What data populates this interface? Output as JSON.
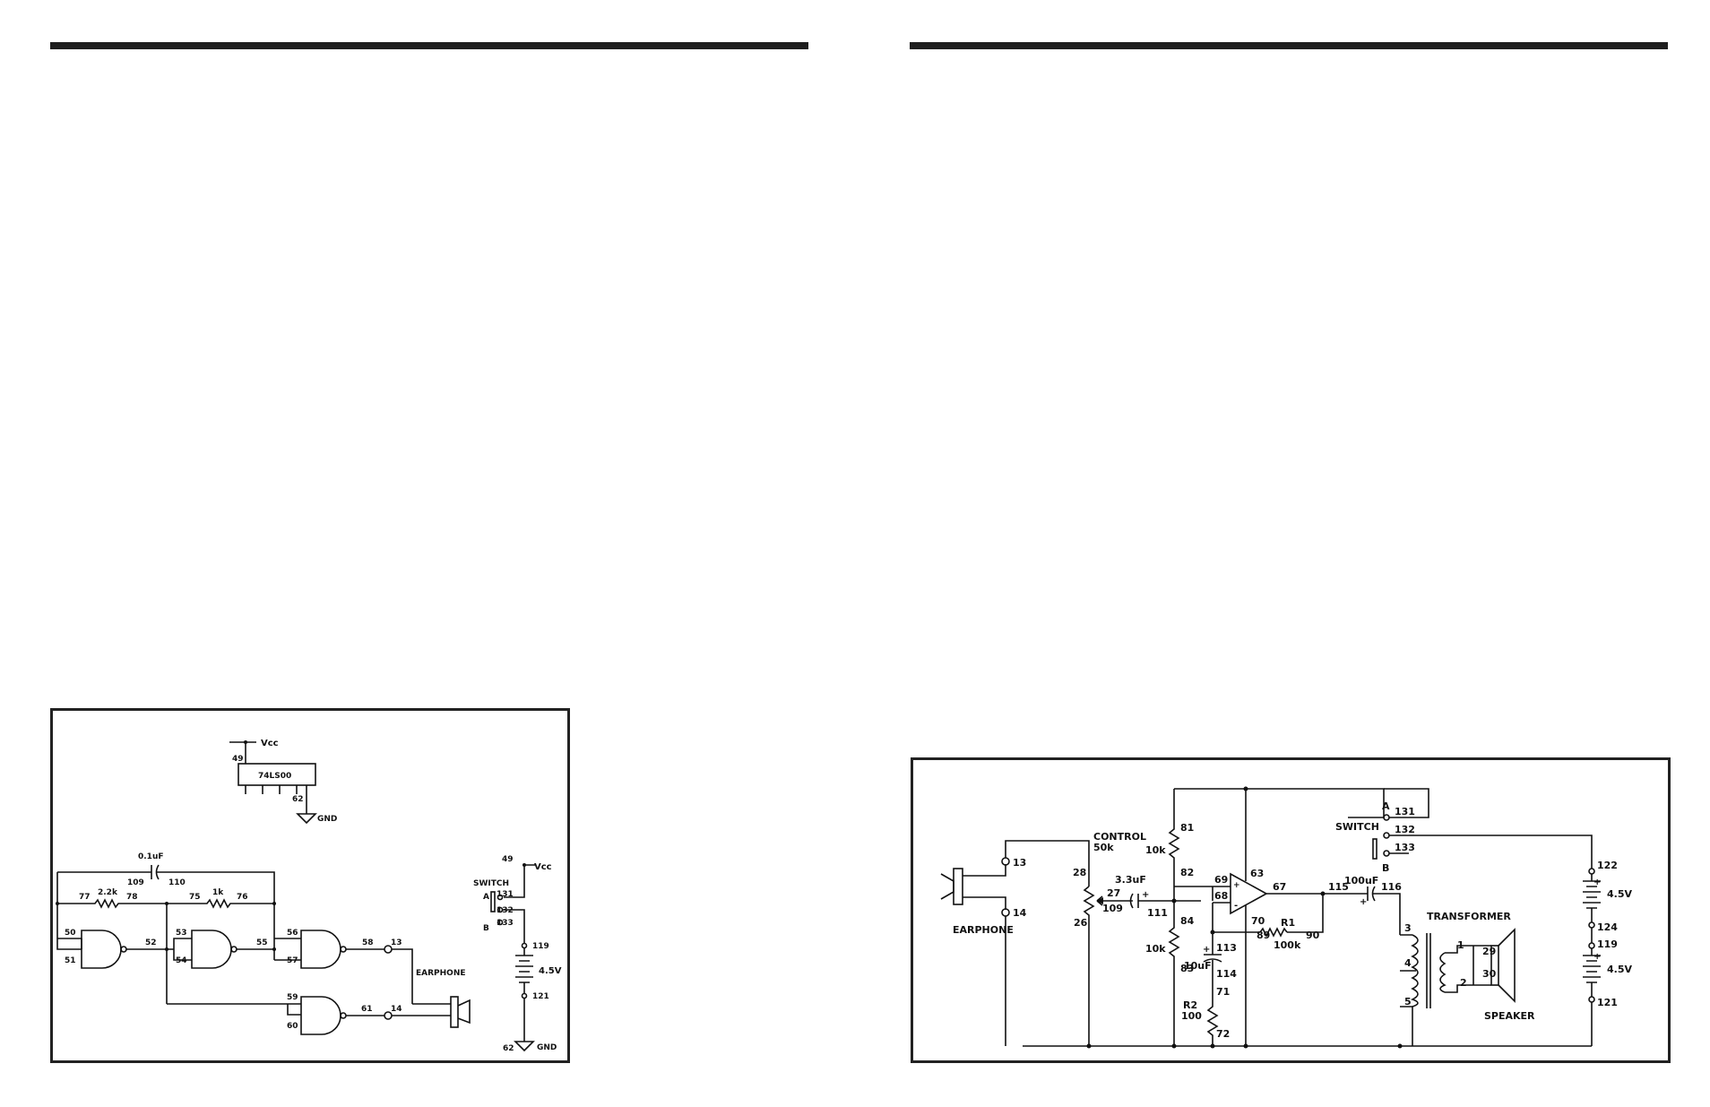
{
  "left_diagram": {
    "vcc_top": "Vcc",
    "chip": "74LS00",
    "pin49": "49",
    "pin62_top": "62",
    "gnd_top": "GND",
    "cap_value": "0.1uF",
    "cap_a": "109",
    "cap_b": "110",
    "r1_value": "2.2k",
    "r1_a": "77",
    "r1_b": "78",
    "r2_value": "1k",
    "r2_a": "75",
    "r2_b": "76",
    "g1_in_a": "50",
    "g1_in_b": "51",
    "g1_out": "52",
    "g2_in_a": "53",
    "g2_in_b": "54",
    "g2_out": "55",
    "g3_in_a": "56",
    "g3_in_b": "57",
    "g3_out": "58",
    "g4_in_a": "59",
    "g4_in_b": "60",
    "g4_out": "61",
    "ear_a": "13",
    "ear_b": "14",
    "earphone": "EARPHONE",
    "switch": "SWITCH",
    "sw_a": "A",
    "sw_a_num": "131",
    "sw_com": "132",
    "sw_b": "B",
    "sw_b_num": "133",
    "sw_vcc_num": "49",
    "vcc_right": "Vcc",
    "bat_plus": "119",
    "bat_voltage": "4.5V",
    "bat_minus": "121",
    "gnd_num": "62",
    "gnd_bottom": "GND"
  },
  "right_diagram": {
    "ear_a": "13",
    "ear_b": "14",
    "earphone": "EARPHONE",
    "control": "CONTROL",
    "pot_value": "50k",
    "pot_top": "28",
    "pot_wiper": "27",
    "pot_bottom": "26",
    "cap1_value": "3.3uF",
    "cap1_a": "109",
    "cap1_b": "111",
    "r81": "81",
    "r81_value": "10k",
    "node82": "82",
    "r84": "84",
    "r84_value": "10k",
    "node83": "83",
    "opamp_plus": "69",
    "opamp_minus": "68",
    "opamp_vcc": "63",
    "opamp_gnd": "70",
    "opamp_out": "67",
    "cap2_value": "10uF",
    "cap2_a": "113",
    "cap2_b": "114",
    "r2_name": "R2",
    "r2_value": "100",
    "r2_a": "71",
    "r2_b": "72",
    "r1_name": "R1",
    "r1_value": "100k",
    "r1_a": "89",
    "r1_b": "90",
    "cap3_value": "100uF",
    "cap3_a": "115",
    "cap3_b": "116",
    "switch": "SWITCH",
    "sw_a": "A",
    "sw_a_num": "131",
    "sw_com": "132",
    "sw_b": "B",
    "sw_b_num": "133",
    "transformer": "TRANSFORMER",
    "t3": "3",
    "t4": "4",
    "t5": "5",
    "t1": "1",
    "t2": "2",
    "spk_a": "29",
    "spk_b": "30",
    "speaker": "SPEAKER",
    "bat1_plus": "122",
    "bat1_voltage": "4.5V",
    "bat1_minus": "124",
    "bat2_plus": "119",
    "bat2_voltage": "4.5V",
    "bat2_minus": "121"
  }
}
